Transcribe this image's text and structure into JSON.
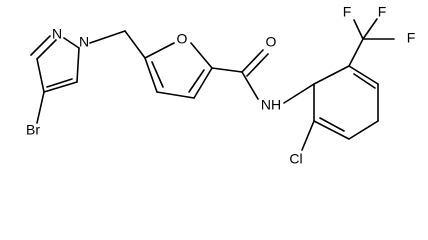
{
  "molecule": {
    "atoms": {
      "br": "Br",
      "n_pyrazole_1": "N",
      "n_pyrazole_2": "N",
      "o_furan": "O",
      "o_carbonyl": "O",
      "nh": "NH",
      "cl": "Cl",
      "f_top_left": "F",
      "f_top_right": "F",
      "f_right": "F"
    }
  }
}
